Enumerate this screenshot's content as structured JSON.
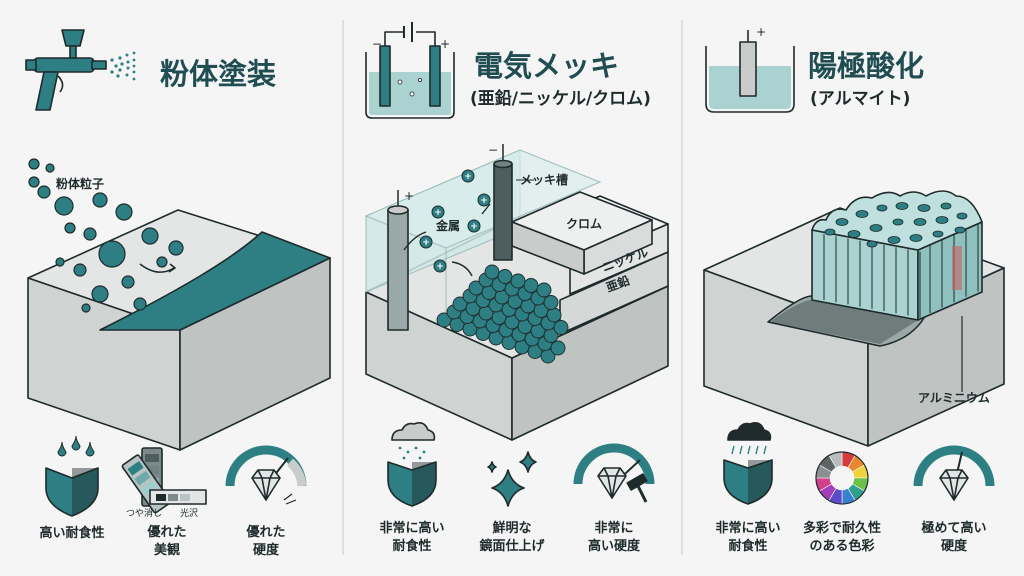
{
  "colors": {
    "teal": "#2e7f84",
    "dark": "#1e2a2b",
    "light_teal": "#cfe6e6",
    "gray": "#c9cccb"
  },
  "powder": {
    "title": "粉体塗装",
    "particle_label": "粉体粒子",
    "features": [
      {
        "lines": [
          "高い耐食性"
        ],
        "icon": "shield-raindrops-icon"
      },
      {
        "lines": [
          "優れた",
          "美観"
        ],
        "icon": "color-swatch-icon",
        "swatch_labels": [
          "つや消し",
          "光沢"
        ]
      },
      {
        "lines": [
          "優れた",
          "硬度"
        ],
        "icon": "diamond-hardness-gauge-icon"
      }
    ]
  },
  "plating": {
    "title": "電気メッキ",
    "subtitle": "(亜鉛/ニッケル/クロム)",
    "labels": {
      "tank": "メッキ槽",
      "metal": "金属",
      "chrome": "クロム",
      "nickel": "ニッケル",
      "zinc": "亜鉛"
    },
    "features": [
      {
        "lines": [
          "非常に高い",
          "耐食性"
        ],
        "icon": "shield-storm-icon"
      },
      {
        "lines": [
          "鮮明な",
          "鏡面仕上げ"
        ],
        "icon": "sparkle-icon"
      },
      {
        "lines": [
          "非常に",
          "高い硬度"
        ],
        "icon": "diamond-hammer-gauge-icon"
      }
    ]
  },
  "anodize": {
    "title": "陽極酸化",
    "subtitle": "(アルマイト)",
    "labels": {
      "aluminium": "アルミニウム"
    },
    "features": [
      {
        "lines": [
          "非常に高い",
          "耐食性"
        ],
        "icon": "shield-rain-icon"
      },
      {
        "lines": [
          "多彩で耐久性",
          "のある色彩"
        ],
        "icon": "color-wheel-icon"
      },
      {
        "lines": [
          "極めて高い",
          "硬度"
        ],
        "icon": "diamond-gauge-icon"
      }
    ]
  },
  "symbols": {
    "plus": "+",
    "minus": "−"
  }
}
